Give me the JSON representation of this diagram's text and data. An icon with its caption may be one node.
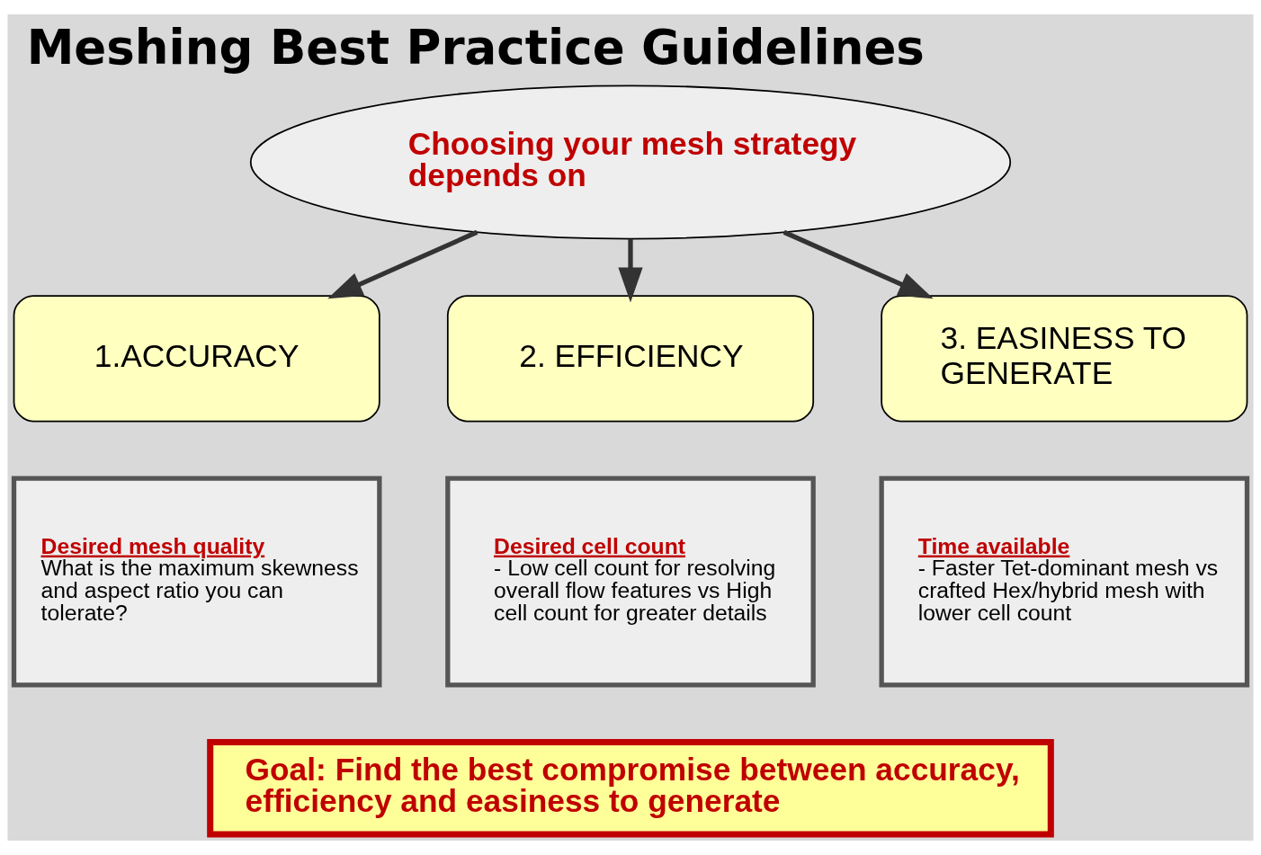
{
  "diagram": {
    "title": "Meshing Best Practice Guidelines",
    "nodes": [
      {
        "text": [
          "Choosing your mesh strategy depends on"
        ]
      },
      {
        "text": [
          "1.ACCURACY"
        ]
      },
      {
        "text": [
          "2. EFFICIENCY"
        ]
      },
      {
        "text": [
          "3. EASINESS TO GENERATE"
        ]
      },
      {
        "text": [
          "Desired mesh quality",
          "What is the maximum skewness and aspect ratio you can tolerate?"
        ]
      },
      {
        "text": [
          "Desired cell count",
          "- Low cell count for resolving overall flow features vs High cell count for greater details"
        ]
      },
      {
        "text": [
          "Time available",
          "- Faster Tet-dominant mesh vs crafted Hex/hybrid mesh with lower cell count"
        ]
      },
      {
        "text": [
          "Goal: Find the best compromise between accuracy, efficiency and easiness to generate"
        ]
      }
    ],
    "edges": [
      {
        "from": 0,
        "to": 1,
        "arrow": "to"
      },
      {
        "from": 0,
        "to": 2,
        "arrow": "to"
      },
      {
        "from": 0,
        "to": 3,
        "arrow": "to"
      }
    ]
  }
}
